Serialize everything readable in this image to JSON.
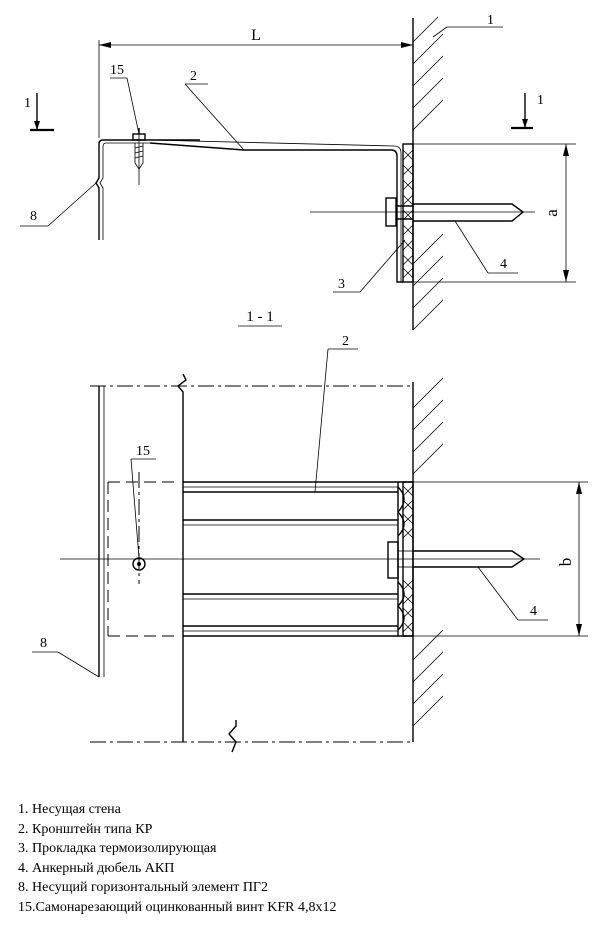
{
  "labels": {
    "dim_L": "L",
    "dim_a": "a",
    "dim_b": "b",
    "section_mark_left": "1",
    "section_mark_right": "1",
    "section_title": "1 - 1",
    "callouts_top": {
      "c1": "1",
      "c2": "2",
      "c3": "3",
      "c4": "4",
      "c8": "8",
      "c15": "15"
    },
    "callouts_bottom": {
      "c2": "2",
      "c4": "4",
      "c8": "8",
      "c15": "15"
    }
  },
  "legend": [
    "1. Несущая стена",
    "2. Кронштейн типа КР",
    "3. Прокладка термоизолирующая",
    "4. Анкерный дюбель АКП",
    "8. Несущий горизонтальный элемент ПГ2",
    "15.Самонарезающий оцинкованный винт KFR 4,8х12"
  ]
}
